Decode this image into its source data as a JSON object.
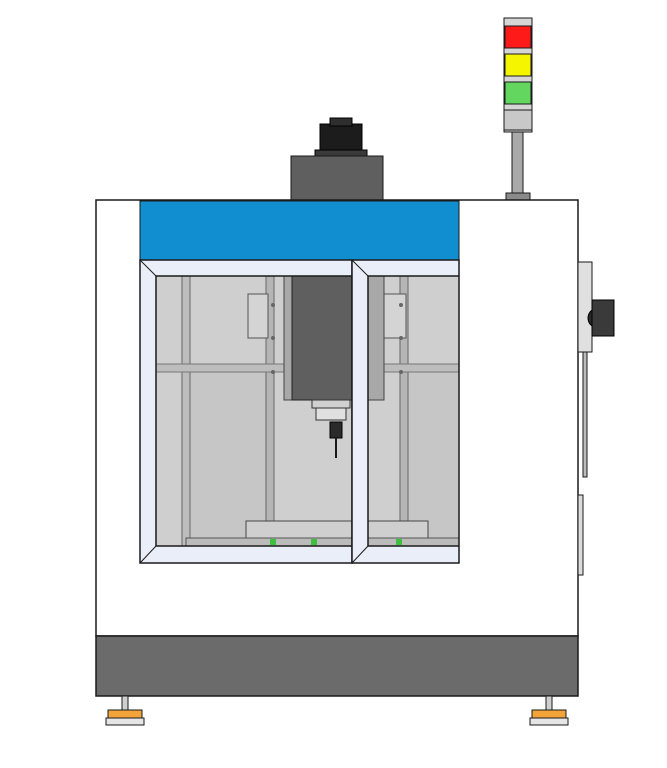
{
  "colors": {
    "background": "#ffffff",
    "cabinet": "#ffffff",
    "outline": "#1a1a1a",
    "header_band": "#118ecf",
    "base_plinth": "#6b6b6b",
    "spindle_housing": "#5f5f5f",
    "door_frame": "#e9eef8",
    "interior": "#cfcfcf",
    "interior_dark": "#b9b9b9",
    "signal_red": "#ff1a1a",
    "signal_yellow": "#f5f500",
    "signal_green": "#62d65f",
    "foot_pad": "#f2a43a",
    "motor": "#1c1c1c",
    "guide_marker": "#3fbf3f"
  },
  "icons": {
    "signal_tower": "stack-light-icon",
    "motor": "servo-motor-icon",
    "spindle": "spindle-tool-icon",
    "panel": "side-control-panel-icon",
    "foot": "leveling-foot-icon"
  },
  "signal_tower": {
    "lights": [
      "red",
      "yellow",
      "green"
    ]
  }
}
